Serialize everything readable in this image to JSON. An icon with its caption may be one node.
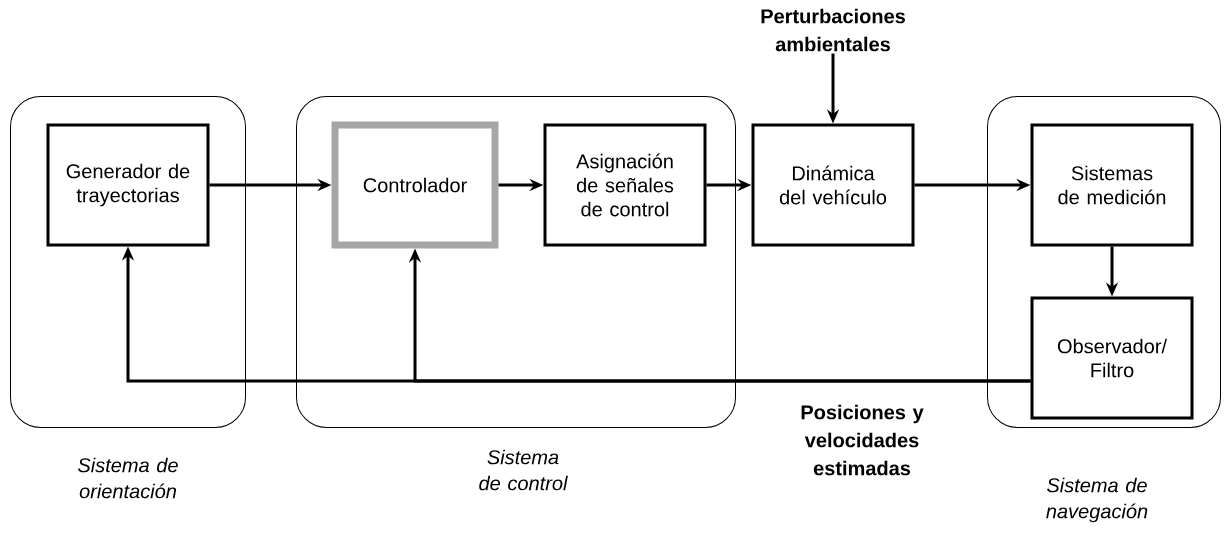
{
  "diagram": {
    "nodes": [
      {
        "text": [
          "Sistema de orientación"
        ]
      },
      {
        "text": [
          "Generador de trayectorias"
        ],
        "in": 0
      },
      {
        "text": [
          "Sistema de control"
        ]
      },
      {
        "text": [
          "Controlador"
        ],
        "in": 2
      },
      {
        "text": [
          "Asignación de señales de control"
        ],
        "in": 2
      },
      {
        "text": [
          "Dinámica del vehículo"
        ]
      },
      {
        "text": [
          "Sistema de navegación"
        ]
      },
      {
        "text": [
          "Sistemas de medición"
        ],
        "in": 6
      },
      {
        "text": [
          "Observador/ Filtro"
        ],
        "in": 6
      },
      {
        "text": [
          "Perturbaciones ambientales"
        ]
      }
    ],
    "edges": [
      {
        "from": 1,
        "to": 3,
        "arrow": "to"
      },
      {
        "from": 3,
        "to": 4,
        "arrow": "to"
      },
      {
        "from": 4,
        "to": 5,
        "arrow": "to"
      },
      {
        "from": 5,
        "to": 7,
        "arrow": "to"
      },
      {
        "from": 7,
        "to": 8,
        "arrow": "to"
      },
      {
        "from": 8,
        "to": 1,
        "arrow": "to"
      },
      {
        "from": 8,
        "to": 3,
        "arrow": "to"
      },
      {
        "from": 9,
        "to": 5,
        "arrow": "to"
      }
    ],
    "labels": [
      "Posiciones y velocidades estimadas"
    ]
  }
}
